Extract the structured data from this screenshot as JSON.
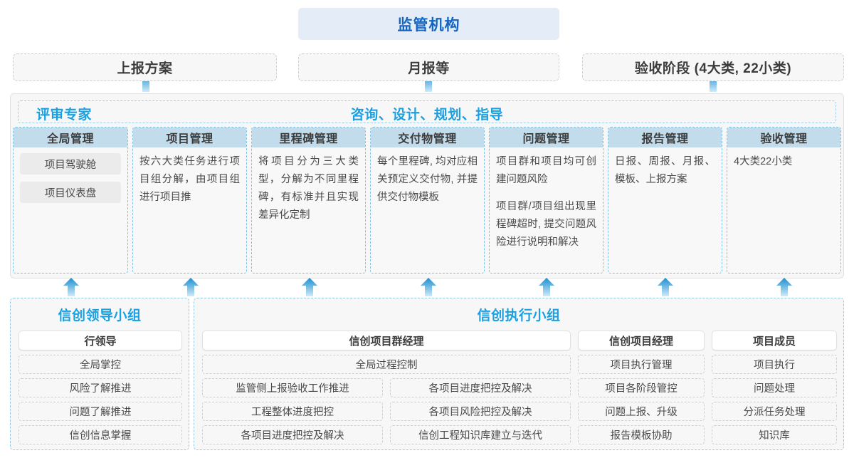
{
  "colors": {
    "accent_blue": "#1aa0e0",
    "title_blue": "#1565c0",
    "card_header_blue": "#c3dcec",
    "regulator_bg": "#e4edf7",
    "panel_bg": "#f7f7f7",
    "chip_grey": "#ebebeb"
  },
  "top": {
    "regulator": "监管机构",
    "reports": [
      "上报方案",
      "月报等",
      "验收阶段 (4大类, 22小类)"
    ]
  },
  "panel": {
    "title_left": "评审专家",
    "title_center": "咨询、设计、规划、指导",
    "cards": [
      {
        "title": "全局管理",
        "chips": [
          "项目驾驶舱",
          "项目仪表盘"
        ],
        "paragraphs": []
      },
      {
        "title": "项目管理",
        "chips": [],
        "paragraphs": [
          "按六大类任务进行项目组分解，由项目组进行项目推"
        ]
      },
      {
        "title": "里程碑管理",
        "chips": [],
        "paragraphs": [
          "将项目分为三大类型，分解为不同里程碑，有标准并且实现差异化定制"
        ]
      },
      {
        "title": "交付物管理",
        "chips": [],
        "paragraphs": [
          "每个里程碑, 均对应相关预定义交付物, 并提供交付物模板"
        ]
      },
      {
        "title": "问题管理",
        "chips": [],
        "paragraphs": [
          "项目群和项目均可创建问题风险",
          "项目群/项目组出现里程碑超时, 提交问题风险进行说明和解决"
        ]
      },
      {
        "title": "报告管理",
        "chips": [],
        "paragraphs": [
          "日报、周报、月报、模板、上报方案"
        ]
      },
      {
        "title": "验收管理",
        "chips": [],
        "paragraphs": [
          "4大类22小类"
        ]
      }
    ]
  },
  "bottom": {
    "lead_group": {
      "title": "信创领导小组",
      "role": "行领导",
      "items": [
        "全局掌控",
        "风险了解推进",
        "问题了解推进",
        "信创信息掌握"
      ]
    },
    "exec_group": {
      "title": "信创执行小组",
      "program_manager": {
        "role": "信创项目群经理",
        "full_width_item": "全局过程控制",
        "left_items": [
          "监管侧上报验收工作推进",
          "工程整体进度把控",
          "各项目进度把控及解决"
        ],
        "right_items": [
          "各项目进度把控及解决",
          "各项目风险把控及解决",
          "信创工程知识库建立与迭代"
        ]
      },
      "project_manager": {
        "role": "信创项目经理",
        "items": [
          "项目执行管理",
          "项目各阶段管控",
          "问题上报、升级",
          "报告模板协助"
        ]
      },
      "project_member": {
        "role": "项目成员",
        "items": [
          "项目执行",
          "问题处理",
          "分派任务处理",
          "知识库"
        ]
      }
    }
  },
  "arrows": {
    "label": "up-arrow",
    "top_row_x": [
      205,
      602,
      1002
    ],
    "mid_row_x": [
      100,
      268,
      435,
      602,
      768,
      935,
      1102
    ]
  }
}
